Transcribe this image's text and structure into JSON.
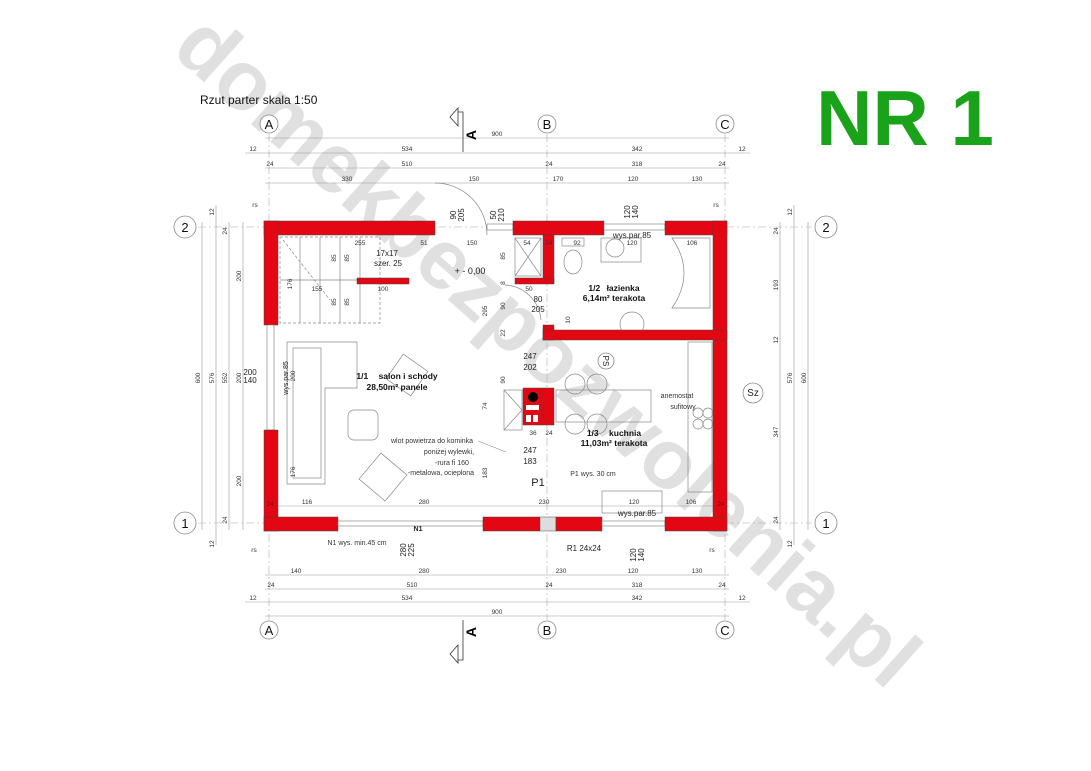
{
  "title": "Rzut parter skala 1:50",
  "badge": {
    "text": "NR 1",
    "color": "#1aa31a"
  },
  "watermark": "domekbezpozwolenia.pl",
  "colors": {
    "wall": "#e30613"
  },
  "grid": {
    "cols": [
      "A",
      "B",
      "C"
    ],
    "rows": [
      "2",
      "1"
    ],
    "sz": "Sz",
    "ps": "PS",
    "rs": "rs"
  },
  "section_mark": "A",
  "dims": {
    "top": [
      "900",
      "12",
      "534",
      "342",
      "12",
      "24",
      "510",
      "24",
      "318",
      "24",
      "330",
      "150",
      "170",
      "120",
      "130"
    ],
    "bottom": [
      "140",
      "280",
      "230",
      "120",
      "130",
      "24",
      "510",
      "24",
      "318",
      "24",
      "12",
      "534",
      "342",
      "12",
      "900"
    ],
    "left": [
      "12",
      "600",
      "576",
      "552",
      "24",
      "200",
      "200",
      "200",
      "24",
      "12",
      "200",
      "140"
    ],
    "right": [
      "12",
      "24",
      "193",
      "12",
      "347",
      "576",
      "600",
      "24",
      "12"
    ],
    "inner_bottom": [
      "24",
      "116",
      "280",
      "230",
      "120",
      "106",
      "24"
    ],
    "openings": [
      "90",
      "205",
      "50",
      "210",
      "120",
      "140",
      "280",
      "225",
      "120",
      "140"
    ],
    "inner": [
      "255",
      "51",
      "150",
      "54",
      "24",
      "92",
      "120",
      "106",
      "85",
      "85",
      "176",
      "155",
      "100",
      "85",
      "85",
      "85",
      "8",
      "50",
      "80",
      "205",
      "295",
      "90",
      "22",
      "10",
      "247",
      "202",
      "90",
      "74",
      "36",
      "24",
      "247",
      "183",
      "183",
      "200",
      "176",
      "24",
      "24"
    ]
  },
  "rooms": [
    {
      "num": "1/1",
      "name": "salon i schody",
      "area": "28,50m²",
      "floor": "panele"
    },
    {
      "num": "1/2",
      "name": "łazienka",
      "area": "6,14m²",
      "floor": "terakota"
    },
    {
      "num": "1/3",
      "name": "kuchnia",
      "area": "11,03m²",
      "floor": "terakota"
    }
  ],
  "notes": {
    "stairs": "17x17",
    "stairs_width": "szer. 25",
    "level": "+ - 0,00",
    "sill_bath": "wys.par.85",
    "sill_living": "wys.par.85",
    "sill_kitchen": "wys.par.85",
    "anemostat": "anemostat",
    "sufitowy": "sufitowy",
    "air1": "wlot powietrza do kominka",
    "air2": "poniżej wylewki,",
    "air3": "-rura fi 160",
    "air4": "-metalowa, ocieplona",
    "p1": "P1",
    "p1_note": "P1 wys. 30 cm",
    "n1": "N1",
    "n1_note": "N1 wys. min.45 cm",
    "r1": "R1 24x24"
  }
}
